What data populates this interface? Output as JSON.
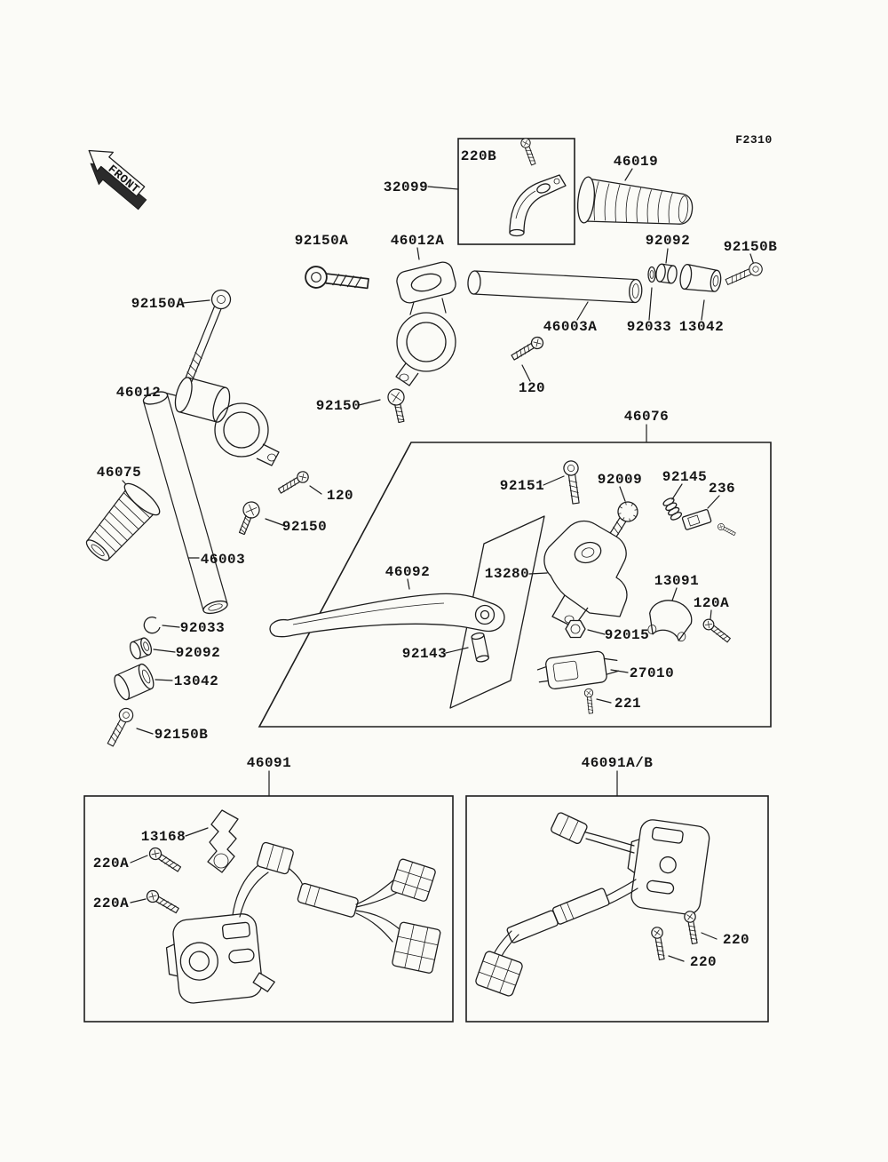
{
  "page": {
    "fiche_code": "F2310",
    "front_label": "FRONT",
    "background_color": "#fbfbf7",
    "line_color": "#1d1d1d",
    "text_color": "#151515"
  },
  "labels": {
    "p220B": "220B",
    "p32099": "32099",
    "p46019": "46019",
    "p92150A_top": "92150A",
    "p46012A": "46012A",
    "p92092_r": "92092",
    "p92150B_r": "92150B",
    "p46003A": "46003A",
    "p92033_r": "92033",
    "p13042_r": "13042",
    "p120_c": "120",
    "p92150_c": "92150",
    "p92150A_l": "92150A",
    "p46012": "46012",
    "p46075": "46075",
    "p120_l": "120",
    "p92150_l": "92150",
    "p46003": "46003",
    "p92033_l": "92033",
    "p92092_l": "92092",
    "p13042_l": "13042",
    "p92150B_l": "92150B",
    "p46076": "46076",
    "p92151": "92151",
    "p92009": "92009",
    "p92145": "92145",
    "p236": "236",
    "p46092": "46092",
    "p13280": "13280",
    "p13091": "13091",
    "p120A": "120A",
    "p92015": "92015",
    "p92143": "92143",
    "p27010": "27010",
    "p221": "221",
    "p46091": "46091",
    "p13168": "13168",
    "p220A_1": "220A",
    "p220A_2": "220A",
    "p46091AB": "46091A/B",
    "p220_1": "220",
    "p220_2": "220"
  }
}
